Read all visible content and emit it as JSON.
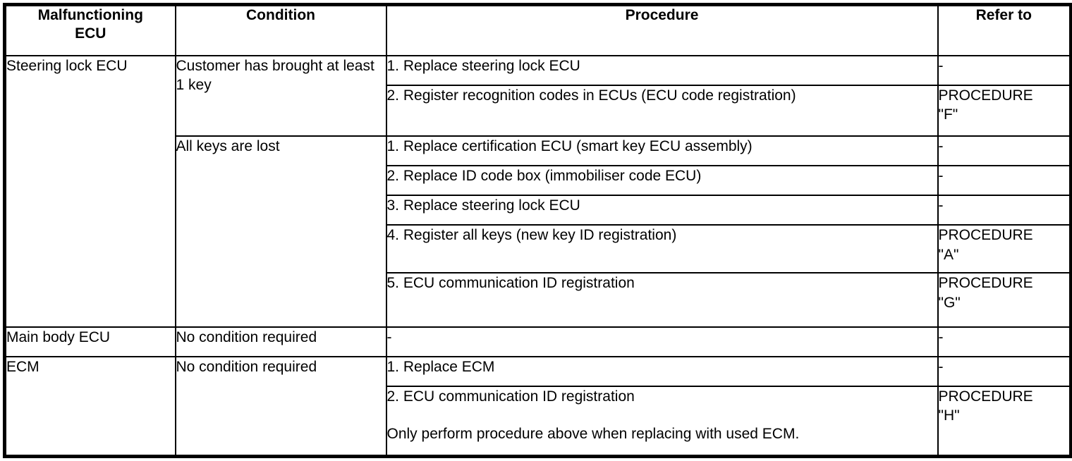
{
  "table": {
    "headers": {
      "malfunctioning_ecu": "Malfunctioning\nECU",
      "condition": "Condition",
      "procedure": "Procedure",
      "refer_to": "Refer to"
    },
    "rows": [
      {
        "ecu": "Steering lock ECU",
        "conditions": [
          {
            "condition": "Customer has brought at least 1 key",
            "procedures": [
              {
                "procedure": "1. Replace steering lock ECU",
                "refer_to": "-"
              },
              {
                "procedure": "2. Register recognition codes in ECUs (ECU code registration)",
                "refer_to": "PROCEDURE\n\"F\""
              }
            ]
          },
          {
            "condition": "All keys are lost",
            "procedures": [
              {
                "procedure": "1. Replace certification ECU (smart key ECU assembly)",
                "refer_to": "-"
              },
              {
                "procedure": "2. Replace ID code box (immobiliser code ECU)",
                "refer_to": "-"
              },
              {
                "procedure": "3. Replace steering lock ECU",
                "refer_to": "-"
              },
              {
                "procedure": "4. Register all keys (new key ID registration)",
                "refer_to": "PROCEDURE\n\"A\""
              },
              {
                "procedure": "5. ECU communication ID registration",
                "refer_to": "PROCEDURE\n\"G\""
              }
            ]
          }
        ]
      },
      {
        "ecu": "Main body ECU",
        "conditions": [
          {
            "condition": "No condition required",
            "procedures": [
              {
                "procedure": "-",
                "refer_to": "-"
              }
            ]
          }
        ]
      },
      {
        "ecu": "ECM",
        "conditions": [
          {
            "condition": "No condition required",
            "procedures": [
              {
                "procedure": "1. Replace ECM",
                "refer_to": "-"
              },
              {
                "procedure": "2. ECU communication ID registration",
                "procedure_note": "Only perform procedure above when replacing with used ECM.",
                "refer_to": "PROCEDURE\n\"H\""
              }
            ]
          }
        ]
      }
    ]
  },
  "colors": {
    "border": "#000000",
    "text": "#000000",
    "background": "#ffffff"
  }
}
